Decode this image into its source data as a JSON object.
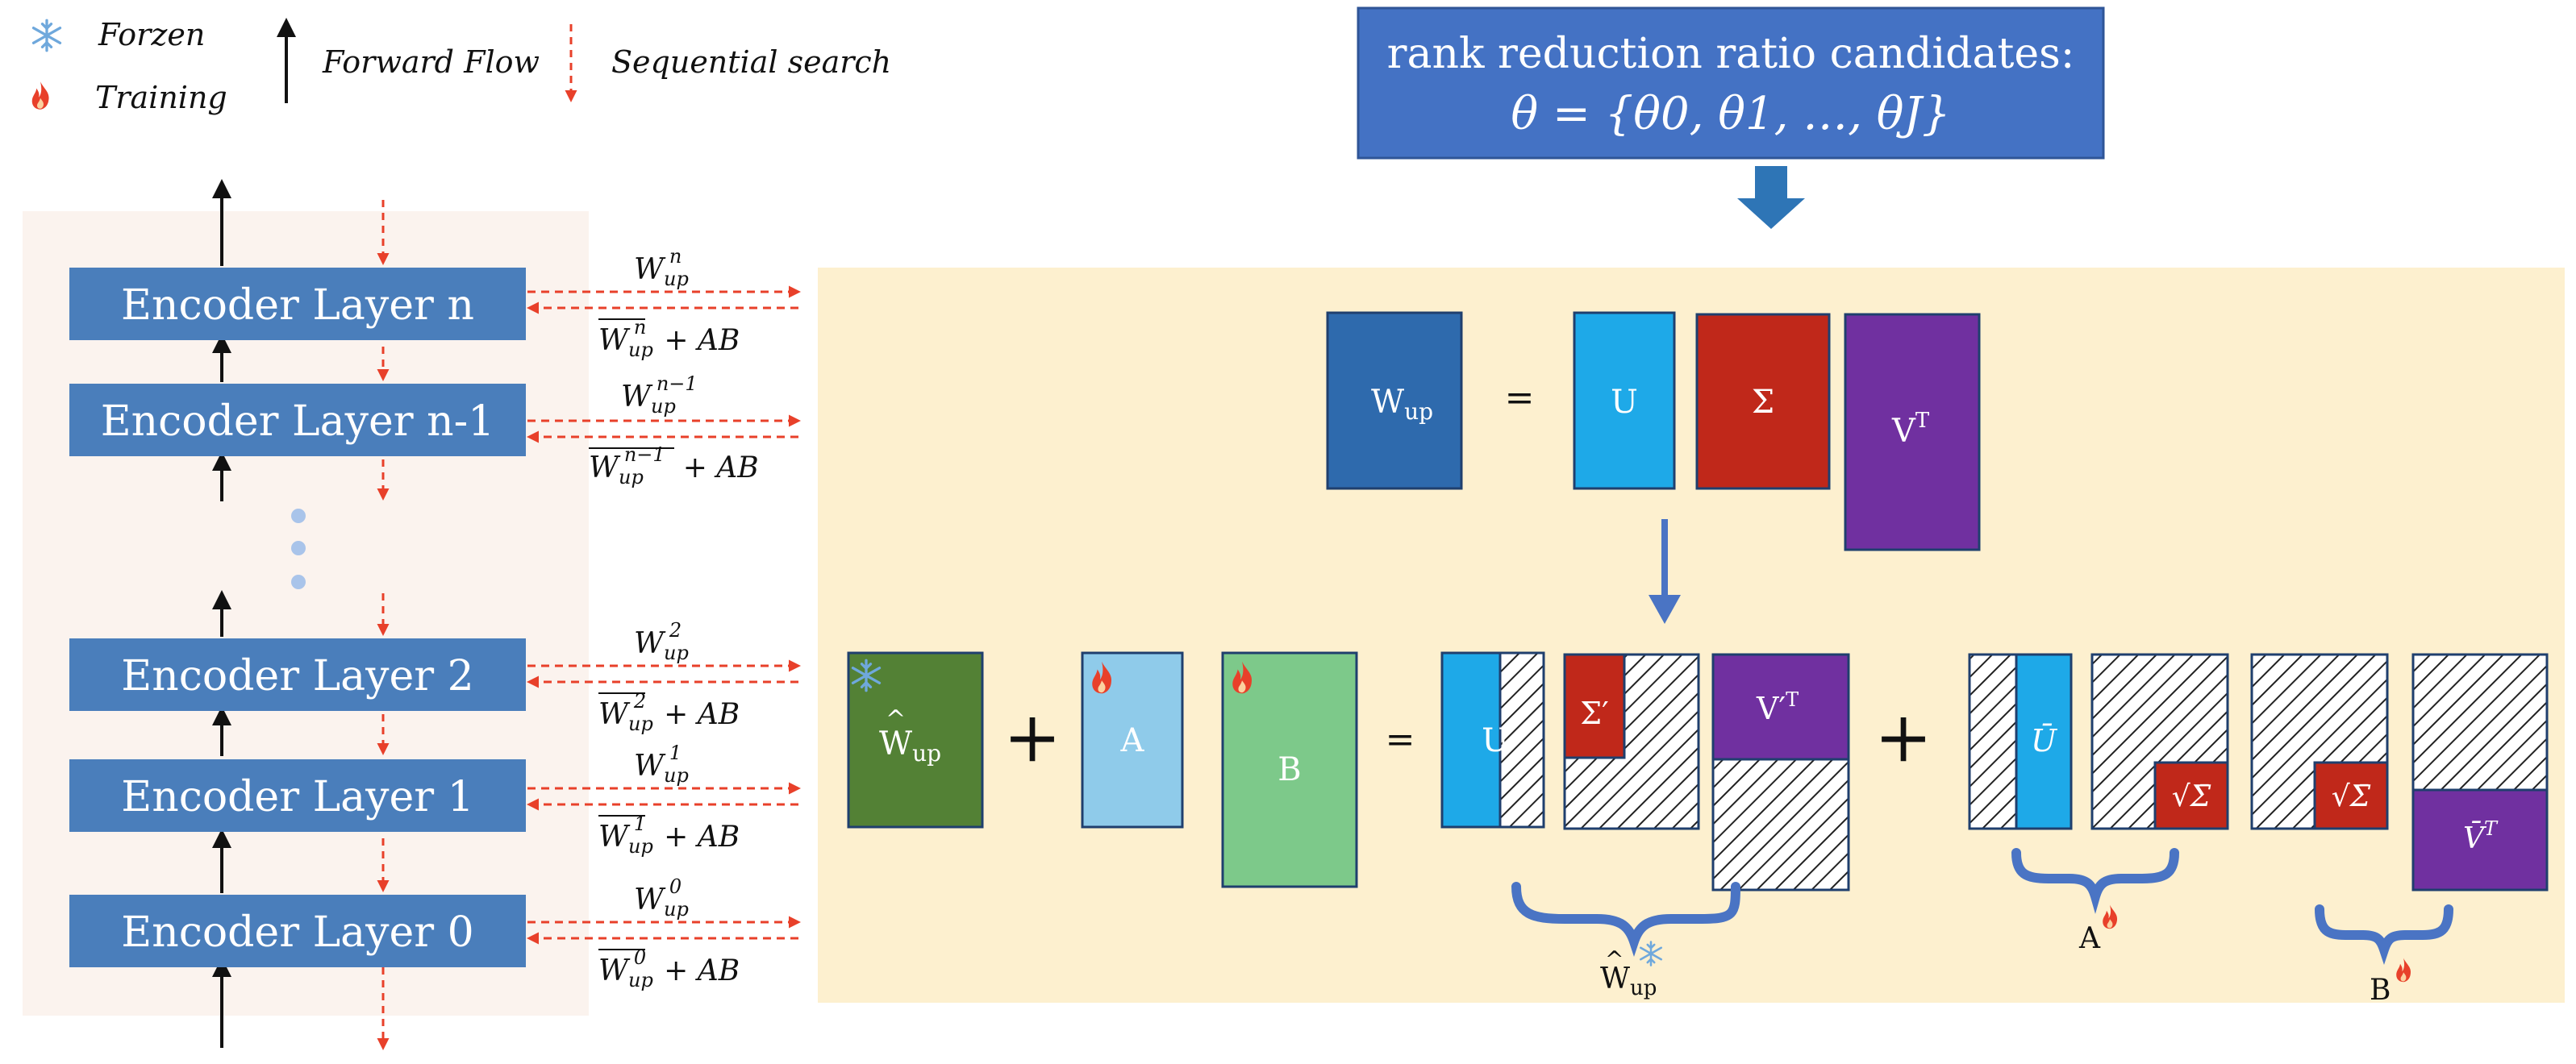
{
  "legend": {
    "frozen": "Forzen",
    "training": "Training",
    "forward": "Forward Flow",
    "sequential": "Sequential search"
  },
  "candidates": {
    "line1": "rank reduction ratio candidates:",
    "line2": "θ = {θ0, θ1, …, θJ}"
  },
  "encoder_layers": [
    {
      "label": "Encoder Layer n",
      "w_sup": "n",
      "hat_sup": "n"
    },
    {
      "label": "Encoder Layer n-1",
      "w_sup": "n−1",
      "hat_sup": "n−1"
    },
    {
      "label": "Encoder Layer 2",
      "w_sup": "2",
      "hat_sup": "2"
    },
    {
      "label": "Encoder Layer 1",
      "w_sup": "1",
      "hat_sup": "1"
    },
    {
      "label": "Encoder Layer 0",
      "w_sup": "0",
      "hat_sup": "0"
    }
  ],
  "symbols": {
    "W": "W",
    "up": "up",
    "plus_ab": "+ AB",
    "equals": "=",
    "plus": "+",
    "U": "U",
    "Sigma": "Σ",
    "VT": "V",
    "T": "T",
    "Sigma_prime": "Σ′",
    "V_prime_T": "V′",
    "U_bar": "Ū",
    "sqrt_sigma_bar": "√Σ̄",
    "V_bar_T": "V̄",
    "A": "A",
    "B": "B"
  },
  "colors": {
    "encoder": "#4a7ebb",
    "candidate_box": "#4472c4",
    "panel_bg": "#fdf0cf",
    "left_panel_bg": "#fbf3ee",
    "arrow_red": "#e8402a",
    "w_up": "#2e6aad",
    "u": "#1ea9e8",
    "sigma": "#c0281a",
    "v": "#7030a0",
    "frozen_green": "#538135",
    "a_blue": "#8fcbea",
    "b_green": "#7dc98a",
    "brace": "#4a74c4"
  },
  "icons": [
    "snowflake-icon",
    "flame-icon"
  ]
}
